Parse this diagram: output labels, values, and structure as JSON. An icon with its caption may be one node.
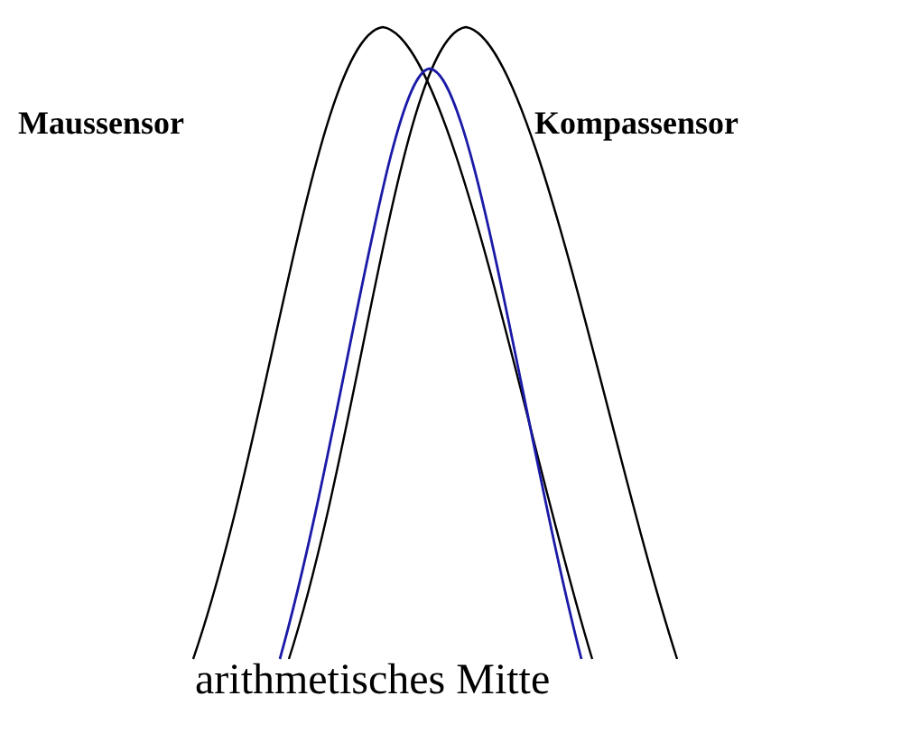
{
  "diagram": {
    "labels": [
      "Maussensor",
      "Kompassensor",
      "arithmetisches Mitte"
    ]
  }
}
